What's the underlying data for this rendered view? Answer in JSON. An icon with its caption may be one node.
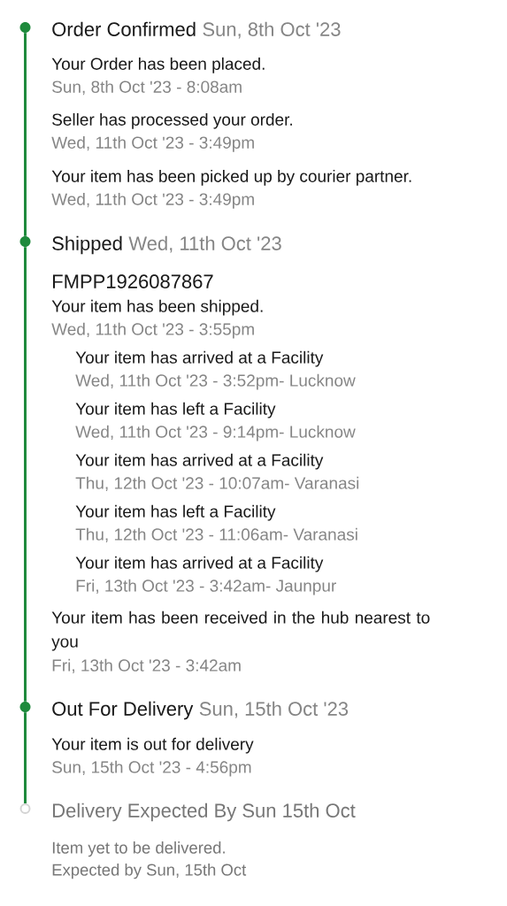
{
  "diagram": {
    "nodes": [
      {
        "text": [],
        "shape": "circle",
        "beside": [
          "Order Confirmed",
          "Sun, 8th Oct '23"
        ]
      },
      {
        "text": [],
        "shape": "circle",
        "beside": [
          "Shipped",
          "Wed, 11th Oct '23"
        ]
      },
      {
        "text": [],
        "shape": "circle",
        "beside": [
          "Out For Delivery",
          "Sun, 15th Oct '23"
        ]
      },
      {
        "text": [],
        "shape": "circle",
        "beside": [
          "Delivery Expected By Sun 15th Oct"
        ]
      }
    ],
    "edges": [
      {
        "from": 0,
        "to": 1,
        "arrow": "none"
      },
      {
        "from": 1,
        "to": 2,
        "arrow": "none"
      },
      {
        "from": 2,
        "to": 3,
        "arrow": "none"
      }
    ],
    "labels": [
      "Your Order has been placed.",
      "Sun, 8th Oct '23 - 8:08am",
      "Seller has processed your order.",
      "Wed, 11th Oct '23 - 3:49pm",
      "Your item has been picked up by courier partner.",
      "Wed, 11th Oct '23 - 3:49pm",
      "FMPP1926087867",
      "Your item has been shipped.",
      "Wed, 11th Oct '23 - 3:55pm",
      "Your item has arrived at a Facility",
      "Wed, 11th Oct '23 - 3:52pm- Lucknow",
      "Your item has left a Facility",
      "Wed, 11th Oct '23 - 9:14pm- Lucknow",
      "Your item has arrived at a Facility",
      "Thu, 12th Oct '23 - 10:07am- Varanasi",
      "Your item has left a Facility",
      "Thu, 12th Oct '23 - 11:06am- Varanasi",
      "Your item has arrived at a Facility",
      "Fri, 13th Oct '23 - 3:42am- Jaunpur",
      "Your item has been received in the hub nearest to you",
      "Fri, 13th Oct '23 - 3:42am",
      "Your item is out for delivery",
      "Sun, 15th Oct '23 - 4:56pm",
      "Item yet to be delivered.",
      "Expected by Sun, 15th Oct"
    ]
  }
}
